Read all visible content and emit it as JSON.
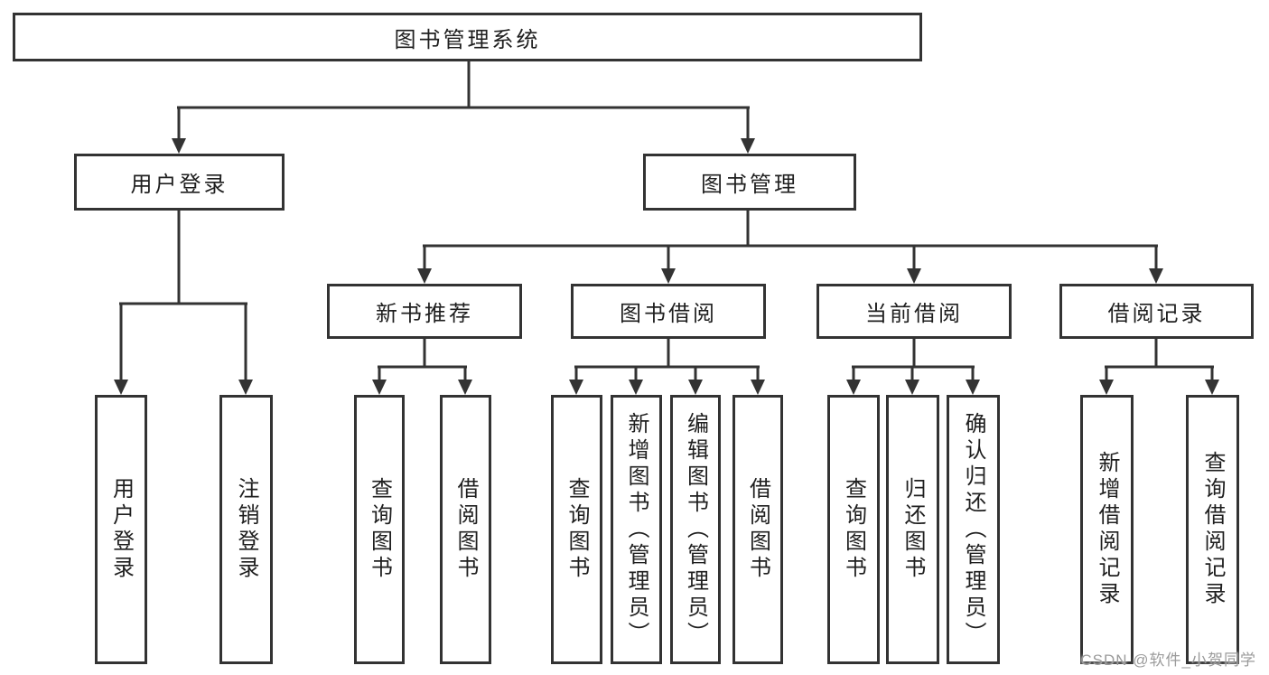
{
  "title": "图书管理系统",
  "tree": {
    "root": "图书管理系统",
    "level2": [
      "用户登录",
      "图书管理"
    ],
    "level3": [
      "新书推荐",
      "图书借阅",
      "当前借阅",
      "借阅记录"
    ],
    "leaves": {
      "login": [
        "用户登录",
        "注销登录"
      ],
      "new_books": [
        "查询图书",
        "借阅图书"
      ],
      "borrow": [
        "查询图书",
        "新增图书（管理员）",
        "编辑图书（管理员）",
        "借阅图书"
      ],
      "current": [
        "查询图书",
        "归还图书",
        "确认归还（管理员）"
      ],
      "records": [
        "新增借阅记录",
        "查询借阅记录"
      ]
    }
  },
  "watermark": {
    "text": "CSDN @软件_小贺同学"
  },
  "colors": {
    "line": "#333333",
    "text": "#1f1f1f",
    "watermark": "#9b9b9b",
    "background": "#ffffff"
  }
}
